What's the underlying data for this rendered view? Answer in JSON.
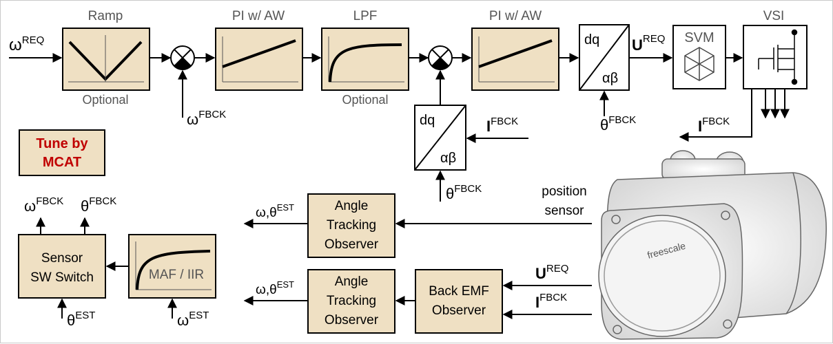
{
  "blocks": {
    "ramp_title": "Ramp",
    "ramp_note": "Optional",
    "pi1_title": "PI w/ AW",
    "lpf_title": "LPF",
    "lpf_note": "Optional",
    "pi2_title": "PI w/ AW",
    "park_top_dq": "dq",
    "park_top_ab": "αβ",
    "park_bottom_dq": "dq",
    "park_bottom_ab": "αβ",
    "svm": "SVM",
    "vsi": "VSI",
    "tune_line1": "Tune by",
    "tune_line2": "MCAT",
    "ato1_line1": "Angle",
    "ato1_line2": "Tracking",
    "ato1_line3": "Observer",
    "ato2_line1": "Angle",
    "ato2_line2": "Tracking",
    "ato2_line3": "Observer",
    "bemf_line1": "Back EMF",
    "bemf_line2": "Observer",
    "switch_line1": "Sensor",
    "switch_line2": "SW Switch",
    "maf": "MAF / IIR",
    "motor_brand": "freescale"
  },
  "signals": {
    "omega_req": {
      "base": "ω",
      "sup": "REQ"
    },
    "omega_fbck_top": {
      "base": "ω",
      "sup": "FBCK"
    },
    "i_fbck_park": {
      "base": "I",
      "sup": "FBCK"
    },
    "theta_fbck_park": {
      "base": "θ",
      "sup": "FBCK"
    },
    "u_req_top": {
      "base": "U",
      "sup": "REQ"
    },
    "theta_fbck_top": {
      "base": "θ",
      "sup": "FBCK"
    },
    "i_fbck_vsi": {
      "base": "I",
      "sup": "FBCK"
    },
    "position_sensor_1": "position",
    "position_sensor_2": "sensor",
    "est_out_1": {
      "base": "ω,θ",
      "sup": "EST"
    },
    "est_out_2": {
      "base": "ω,θ",
      "sup": "EST"
    },
    "u_req_bemf": {
      "base": "U",
      "sup": "REQ"
    },
    "i_fbck_bemf": {
      "base": "I",
      "sup": "FBCK"
    },
    "omega_fbck_out": {
      "base": "ω",
      "sup": "FBCK"
    },
    "theta_fbck_out": {
      "base": "θ",
      "sup": "FBCK"
    },
    "theta_est_in": {
      "base": "θ",
      "sup": "EST"
    },
    "omega_est_in": {
      "base": "ω",
      "sup": "EST"
    }
  },
  "colors": {
    "block_fill": "#efe0c3",
    "tune_text": "#c00000"
  }
}
